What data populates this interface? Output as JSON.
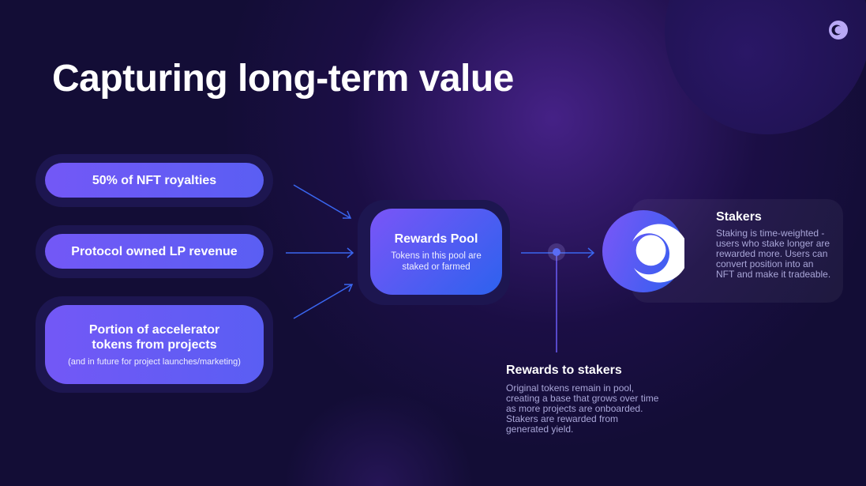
{
  "title": "Capturing long-term value",
  "sources": [
    {
      "label": "50% of NFT royalties"
    },
    {
      "label": "Protocol owned LP revenue"
    },
    {
      "label": "Portion of accelerator tokens from projects",
      "note": "(and in future for project launches/marketing)"
    }
  ],
  "pool": {
    "title": "Rewards Pool",
    "desc": "Tokens in this pool are staked or farmed"
  },
  "rewards": {
    "title": "Rewards to stakers",
    "desc": "Original tokens remain in pool, creating a base that grows over time as more projects are onboarded. Stakers are rewarded from generated yield."
  },
  "stakers": {
    "title": "Stakers",
    "desc": "Staking is time-weighted - users who stake longer are rewarded more. Users can convert position into an NFT and make it tradeable."
  },
  "colors": {
    "accent": "#7358f6",
    "blue": "#2d62ee",
    "bg": "#130d36"
  }
}
